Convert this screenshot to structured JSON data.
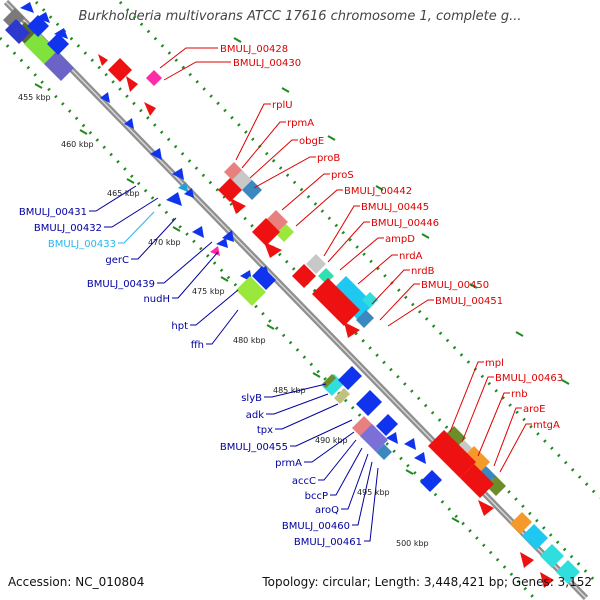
{
  "title": "Burkholderia multivorans ATCC 17616 chromosome 1, complete g...",
  "accession": "Accession: NC_010804",
  "summary": "Topology: circular; Length: 3,448,421 bp; Genes: 3,152",
  "colors": {
    "backbone": "#8f8f8f",
    "grid": "#1f8a1f",
    "forward_label": "#dd0000",
    "reverse_label": "#00009c",
    "highlight_label": "#28b6ee"
  },
  "scale_ticks": [
    "455 kbp",
    "460 kbp",
    "465 kbp",
    "470 kbp",
    "475 kbp",
    "480 kbp",
    "485 kbp",
    "490 kbp",
    "495 kbp",
    "500 kbp"
  ],
  "forward_labels": [
    "BMULJ_00428",
    "BMULJ_00430",
    "rplU",
    "rpmA",
    "obgE",
    "proB",
    "proS",
    "BMULJ_00442",
    "BMULJ_00445",
    "BMULJ_00446",
    "ampD",
    "nrdA",
    "nrdB",
    "BMULJ_00450",
    "BMULJ_00451",
    "mpl",
    "BMULJ_00463",
    "rnb",
    "aroE",
    "mtgA"
  ],
  "reverse_labels": [
    "BMULJ_00431",
    "BMULJ_00432",
    "BMULJ_00433",
    "gerC",
    "BMULJ_00439",
    "nudH",
    "hpt",
    "ffh",
    "slyB",
    "adk",
    "tpx",
    "BMULJ_00455",
    "prmA",
    "accC",
    "bccP",
    "aroQ",
    "BMULJ_00460",
    "BMULJ_00461"
  ]
}
